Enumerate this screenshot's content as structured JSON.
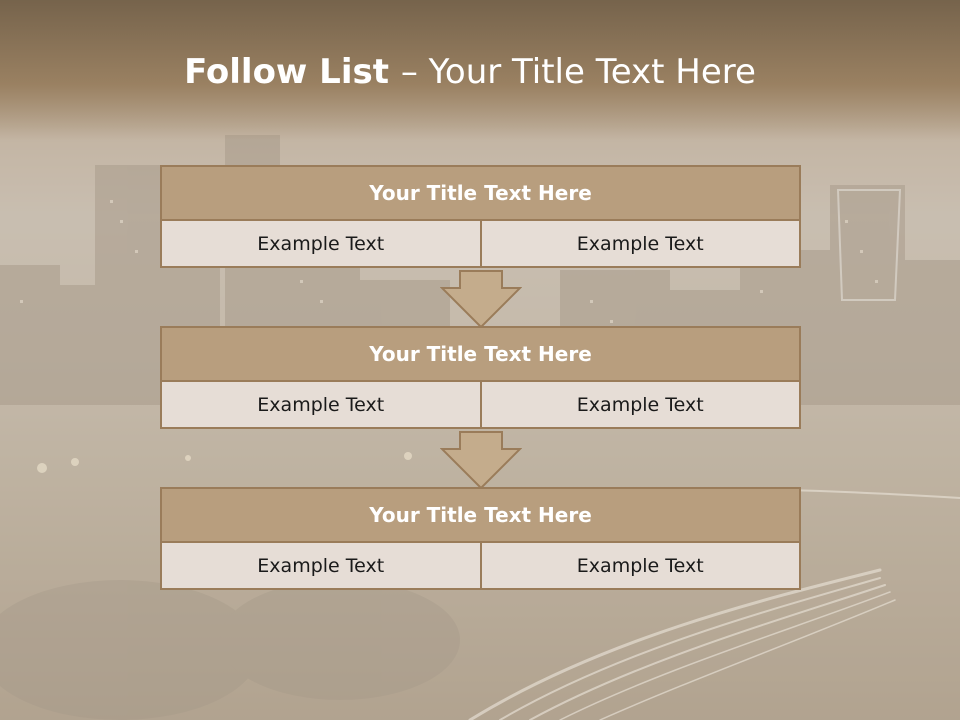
{
  "slide": {
    "title_bold": "Follow List ",
    "title_rest": " – Your Title Text Here"
  },
  "blocks": [
    {
      "title": "Your Title Text Here",
      "left": "Example Text",
      "right": "Example Text"
    },
    {
      "title": "Your Title Text Here",
      "left": "Example Text",
      "right": "Example Text"
    },
    {
      "title": "Your Title Text Here",
      "left": "Example Text",
      "right": "Example Text"
    }
  ],
  "colors": {
    "header_fill": "#b89e7e",
    "border": "#9a7c5a",
    "cell_fill": "#e6ddd6",
    "arrow_fill": "#c4ac8c"
  },
  "icons": [
    "down-arrow-icon",
    "down-arrow-icon"
  ]
}
